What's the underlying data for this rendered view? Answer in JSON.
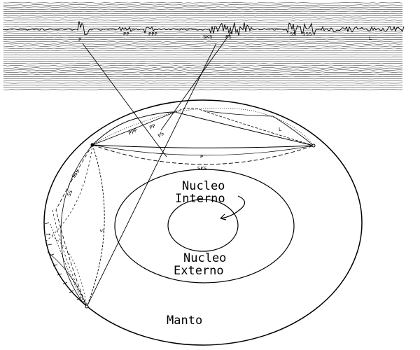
{
  "labels": {
    "inner_core": [
      "Nucleo",
      "Interno"
    ],
    "outer_core": [
      "Nucleo",
      "Externo"
    ],
    "mantle": "Manto"
  },
  "seismogram_phases": [
    "P",
    "PP",
    "PPP",
    "SKS",
    "PS",
    "SS",
    "SSS",
    "L"
  ],
  "ray_labels": [
    "PPP",
    "PP",
    "PS",
    "L",
    "P",
    "SKS",
    "SSS",
    "SS",
    "S"
  ]
}
